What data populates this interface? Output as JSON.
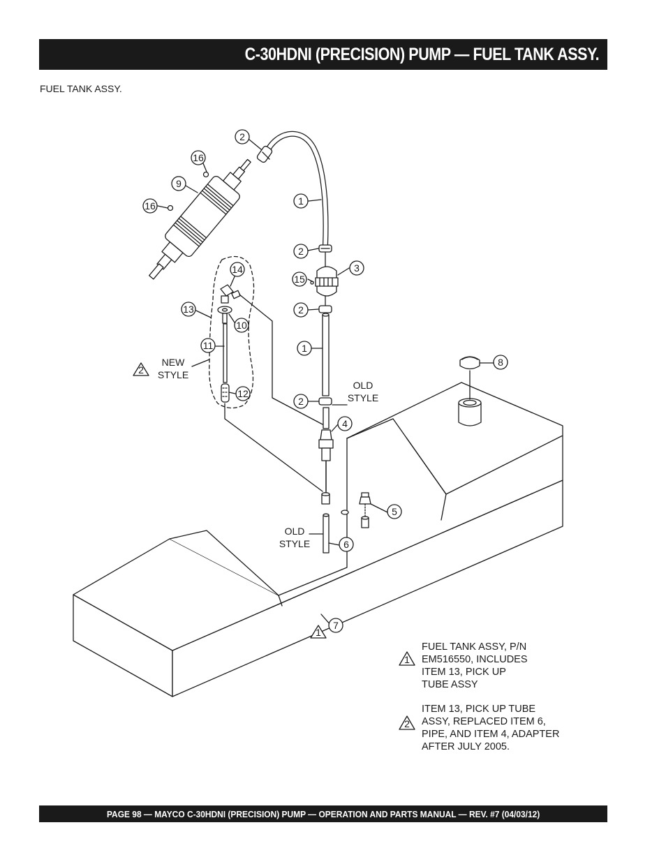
{
  "header": {
    "title": "C-30HDNI (PRECISION) PUMP — FUEL TANK ASSY."
  },
  "section_label": "FUEL TANK ASSY.",
  "callouts": {
    "c1a": "1",
    "c1b": "1",
    "c2a": "2",
    "c2b": "2",
    "c2c": "2",
    "c2d": "2",
    "c3": "3",
    "c4": "4",
    "c5": "5",
    "c6": "6",
    "c7": "7",
    "c8": "8",
    "c9": "9",
    "c10": "10",
    "c11": "11",
    "c12": "12",
    "c13": "13",
    "c14": "14",
    "c15": "15",
    "c16a": "16",
    "c16b": "16"
  },
  "triangles": {
    "t1": "1",
    "t2": "2",
    "t1note": "1",
    "t2note": "2"
  },
  "labels": {
    "new_style_1": "NEW",
    "new_style_2": "STYLE",
    "old_style_a1": "OLD",
    "old_style_a2": "STYLE",
    "old_style_b1": "OLD",
    "old_style_b2": "STYLE"
  },
  "notes": {
    "note1": [
      "FUEL TANK ASSY, P/N",
      "EM516550, INCLUDES",
      "ITEM 13, PICK UP",
      "TUBE ASSY"
    ],
    "note2": [
      "ITEM 13, PICK UP TUBE",
      "ASSY, REPLACED ITEM 6,",
      "PIPE, AND ITEM 4, ADAPTER",
      "AFTER JULY 2005."
    ]
  },
  "footer": {
    "text": "PAGE 98 — MAYCO C-30HDNI (PRECISION) PUMP — OPERATION AND PARTS MANUAL — REV. #7 (04/03/12)"
  }
}
